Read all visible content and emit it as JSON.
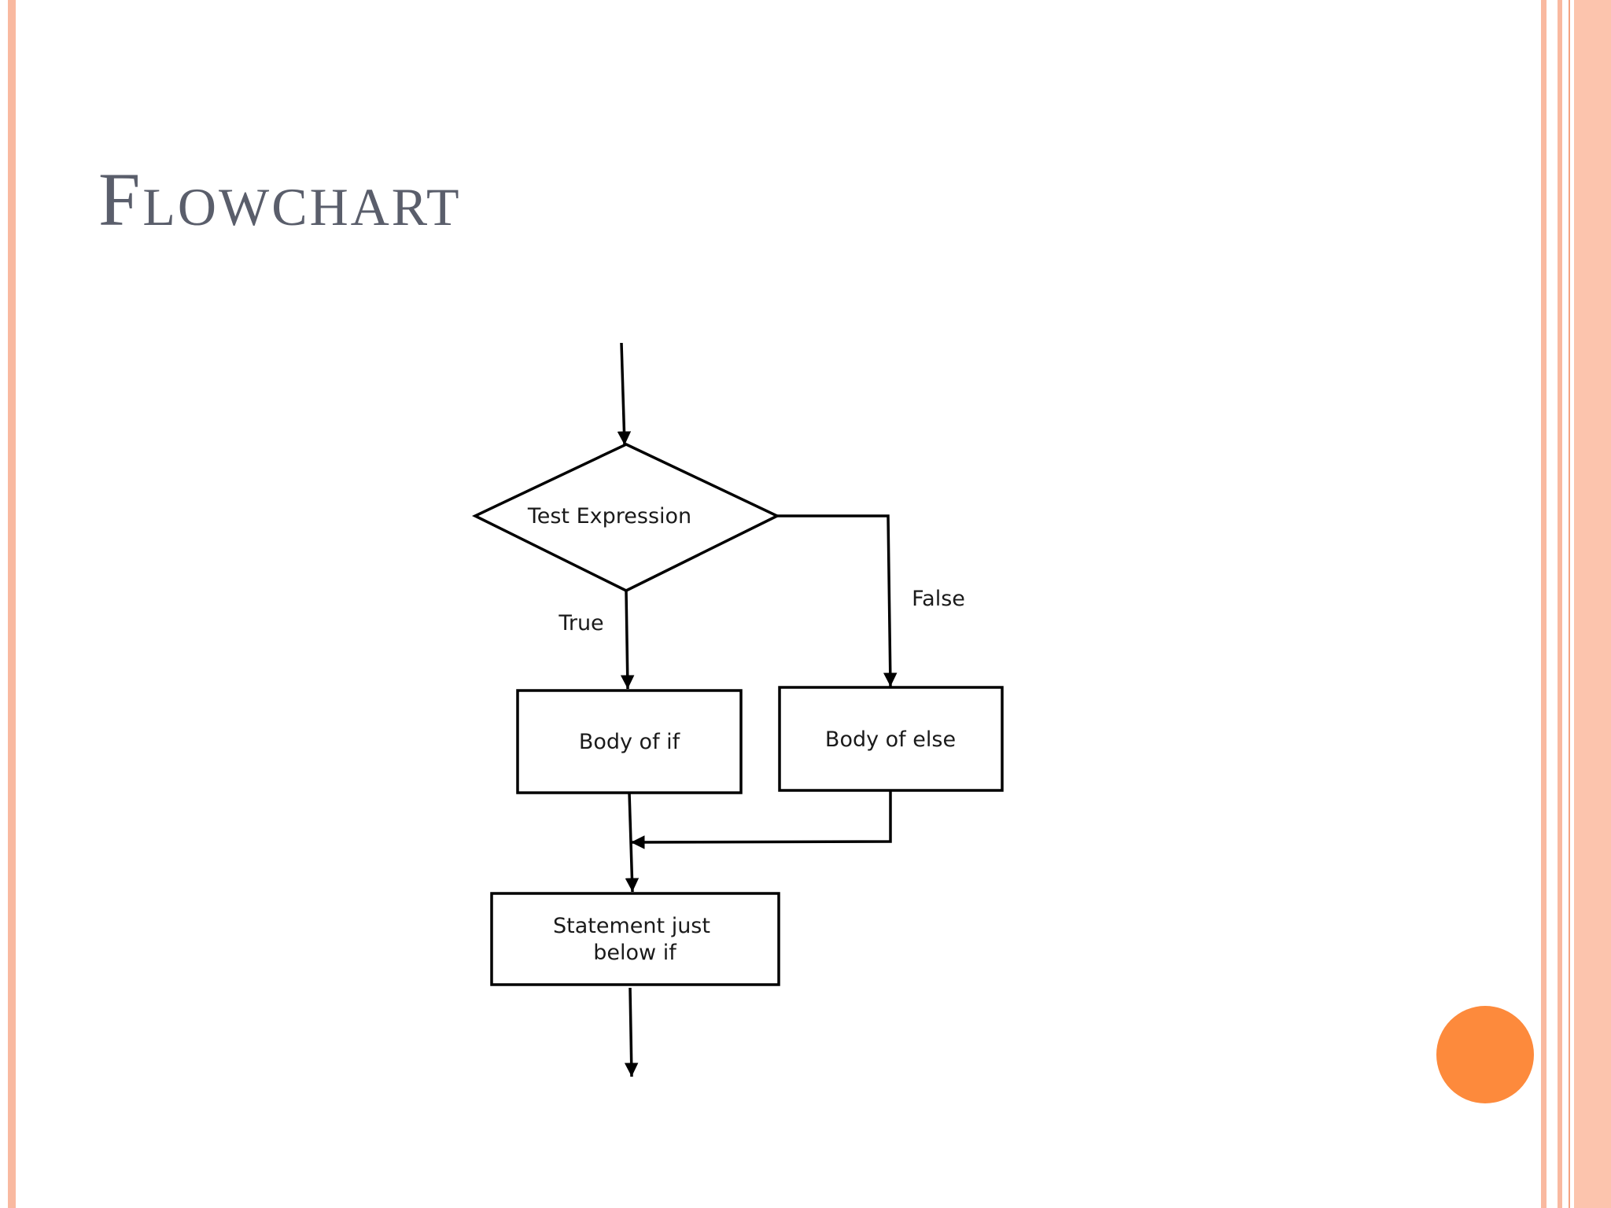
{
  "slide": {
    "title_initial": "F",
    "title_rest": "LOWCHART"
  },
  "flowchart": {
    "decision": "Test Expression",
    "branch_true": "True",
    "branch_false": "False",
    "body_if": "Body of if",
    "body_else": "Body of else",
    "after_line1": "Statement just",
    "after_line2": "below if"
  },
  "colors": {
    "border_stripe": "#f9b9a0",
    "border_stripe_dark": "#f4a383",
    "accent_circle": "#fd8a3c",
    "title": "#5a5e6b",
    "line": "#000000"
  }
}
